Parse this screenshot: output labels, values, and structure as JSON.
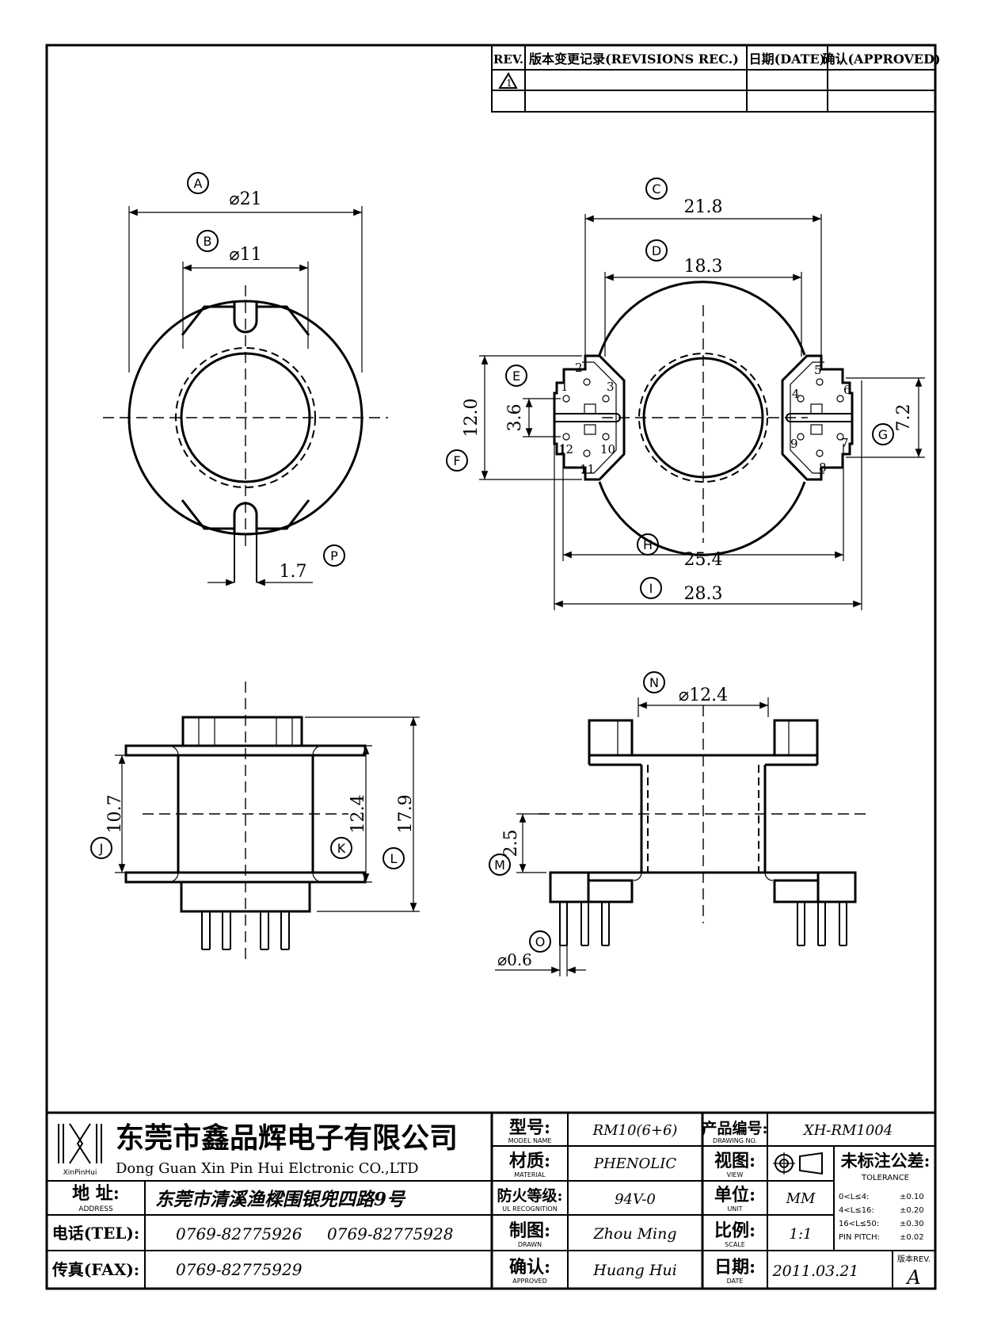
{
  "revision_table": {
    "header_rev": "REV.",
    "header_record": "版本变更记录(REVISIONS REC.)",
    "header_date": "日期(DATE)",
    "header_approved": "确认(APPROVED)",
    "rev_mark": "1"
  },
  "labels": {
    "A": "A",
    "B": "B",
    "C": "C",
    "D": "D",
    "E": "E",
    "F": "F",
    "G": "G",
    "H": "H",
    "I": "I",
    "J": "J",
    "K": "K",
    "L": "L",
    "M": "M",
    "N": "N",
    "O": "O",
    "P": "P"
  },
  "dimensions": {
    "A": "⌀21",
    "B": "⌀11",
    "C": "21.8",
    "D": "18.3",
    "E": "3.6",
    "F": "12.0",
    "G": "7.2",
    "H": "25.4",
    "I": "28.3",
    "J": "10.7",
    "K": "12.4",
    "L": "17.9",
    "M": "2.5",
    "N": "⌀12.4",
    "O": "⌀0.6",
    "P": "1.7"
  },
  "pins": [
    "1",
    "2",
    "3",
    "4",
    "5",
    "6",
    "7",
    "8",
    "9",
    "10",
    "11",
    "12"
  ],
  "title_block": {
    "company_cn": "东莞市鑫品辉电子有限公司",
    "company_en": "Dong Guan Xin Pin Hui Elctronic CO.,LTD",
    "logo_text": "XinPinHui",
    "address_label": "地  址:",
    "address_label_en": "ADDRESS",
    "address": "东莞市清溪渔樑围银兜四路9号",
    "tel_label": "电话(TEL):",
    "tel1": "0769-82775926",
    "tel2": "0769-82775928",
    "fax_label": "传真(FAX):",
    "fax": "0769-82775929",
    "model_label": "型号:",
    "model_label_en": "MODEL NAME",
    "model": "RM10(6+6)",
    "material_label": "材质:",
    "material_label_en": "MATERIAL",
    "material": "PHENOLIC",
    "ul_label": "防火等级:",
    "ul_label_en": "UL RECOGNITION",
    "ul": "94V-0",
    "drawn_label": "制图:",
    "drawn_label_en": "DRAWN",
    "drawn": "Zhou Ming",
    "approved_label": "确认:",
    "approved_label_en": "APPROVED",
    "approved": "Huang Hui",
    "drawing_no_label": "产品编号:",
    "drawing_no_label_en": "DRAWING NO.",
    "drawing_no": "XH-RM1004",
    "view_label": "视图:",
    "view_label_en": "VIEW",
    "unit_label": "单位:",
    "unit_label_en": "UNIT",
    "unit": "MM",
    "scale_label": "比例:",
    "scale_label_en": "SCALE",
    "scale": "1:1",
    "date_label": "日期:",
    "date_label_en": "DATE",
    "date": "2011.03.21",
    "tolerance_label": "未标注公差:",
    "tolerance_label_en": "TOLERANCE",
    "tolerance_rows": [
      {
        "range": "0<L≤4:",
        "value": "±0.10"
      },
      {
        "range": "4<L≤16:",
        "value": "±0.20"
      },
      {
        "range": "16<L≤50:",
        "value": "±0.30"
      },
      {
        "range": "PIN PITCH:",
        "value": "±0.02"
      }
    ],
    "rev_label": "版本REV.",
    "rev": "A"
  }
}
